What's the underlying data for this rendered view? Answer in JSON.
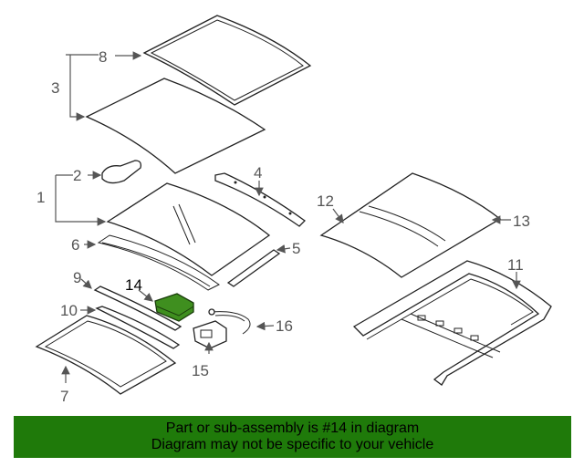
{
  "callouts": {
    "c1": "1",
    "c2": "2",
    "c3": "3",
    "c4": "4",
    "c5": "5",
    "c6": "6",
    "c7": "7",
    "c8": "8",
    "c9": "9",
    "c10": "10",
    "c11": "11",
    "c12": "12",
    "c13": "13",
    "c14": "14",
    "c15": "15",
    "c16": "16"
  },
  "highlighted_part": "14",
  "colors": {
    "highlight": "#3f8f1f",
    "banner": "#1f7a0a"
  },
  "banner": {
    "line1": "Part or sub-assembly is #14 in diagram",
    "line2": "Diagram may not be specific to your vehicle"
  }
}
